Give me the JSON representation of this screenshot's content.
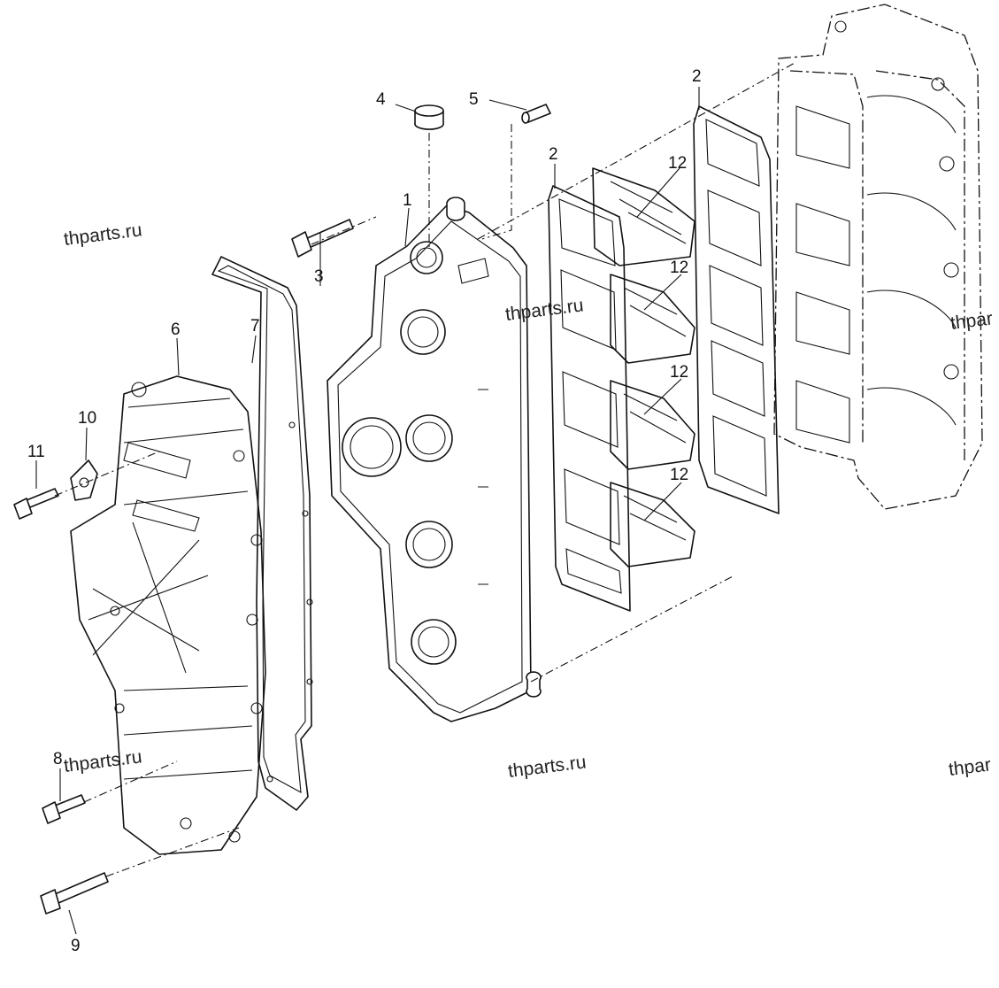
{
  "callouts": [
    {
      "id": "1",
      "label": "1"
    },
    {
      "id": "2a",
      "label": "2"
    },
    {
      "id": "2b",
      "label": "2"
    },
    {
      "id": "3",
      "label": "3"
    },
    {
      "id": "4",
      "label": "4"
    },
    {
      "id": "5",
      "label": "5"
    },
    {
      "id": "6",
      "label": "6"
    },
    {
      "id": "7",
      "label": "7"
    },
    {
      "id": "8",
      "label": "8"
    },
    {
      "id": "9",
      "label": "9"
    },
    {
      "id": "10",
      "label": "10"
    },
    {
      "id": "11",
      "label": "11"
    },
    {
      "id": "12a",
      "label": "12"
    },
    {
      "id": "12b",
      "label": "12"
    },
    {
      "id": "12c",
      "label": "12"
    },
    {
      "id": "12d",
      "label": "12"
    }
  ],
  "watermark": {
    "text_full": "thparts.ru",
    "text_cut": "thpar"
  },
  "colors": {
    "line": "#111111",
    "background": "#ffffff"
  }
}
